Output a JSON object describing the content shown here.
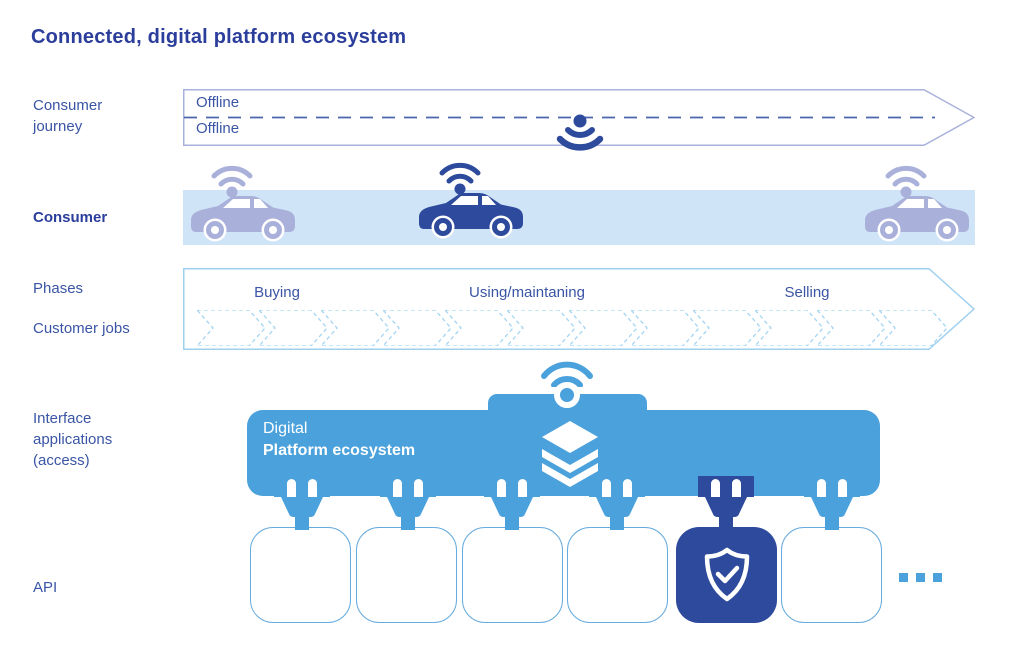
{
  "title": "Connected, digital platform ecosystem",
  "colors": {
    "title_blue": "#2b3e9b",
    "text_blue": "#3a55a5",
    "navy": "#2d4a9c",
    "sky": "#4aa1db",
    "lavender": "#a9b1da",
    "band_blue": "#cfe4f7",
    "journey_border": "#a9b2dc",
    "dashed_line": "#4c66ae",
    "phases_border": "#9fd0ef",
    "chevron_dash": "#a5d5f2",
    "api_border": "#66abdd"
  },
  "labels": {
    "consumer_journey": "Consumer\njourney",
    "consumer": "Consumer",
    "phases": "Phases",
    "customer_jobs": "Customer jobs",
    "interface": "Interface\napplications\n(access)",
    "api": "API"
  },
  "journey": {
    "top_label": "Offline",
    "bottom_label": "Offline"
  },
  "consumer": {
    "cars": [
      {
        "variant": "lavender",
        "icon": "connected-car-icon"
      },
      {
        "variant": "navy",
        "icon": "connected-car-icon"
      },
      {
        "variant": "lavender",
        "icon": "connected-car-icon"
      }
    ]
  },
  "phases": {
    "items": [
      "Buying",
      "Using/maintaning",
      "Selling"
    ]
  },
  "customer_jobs": {
    "chevron_count": 12
  },
  "platform": {
    "line1": "Digital",
    "line2": "Platform ecosystem"
  },
  "api": {
    "boxes": [
      {
        "type": "plain"
      },
      {
        "type": "plain"
      },
      {
        "type": "plain"
      },
      {
        "type": "plain"
      },
      {
        "type": "secure",
        "icon": "shield-check-icon"
      },
      {
        "type": "plain"
      }
    ],
    "ellipsis_dots": 3
  }
}
